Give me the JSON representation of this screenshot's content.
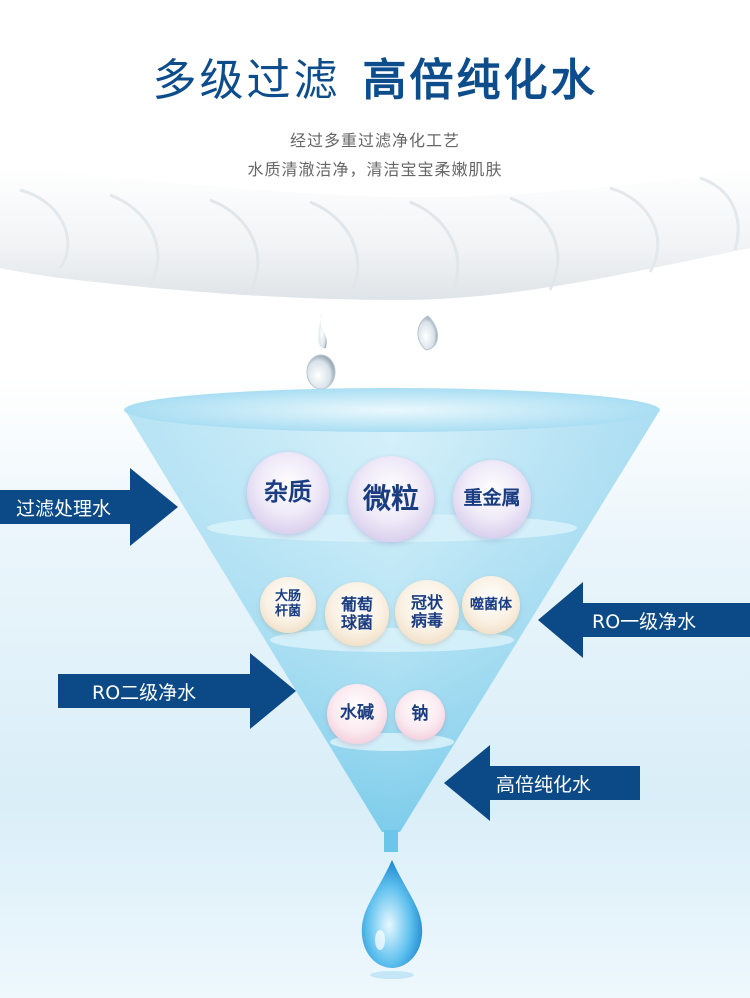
{
  "headline": {
    "part1": "多级过滤",
    "part2": "高倍纯化水"
  },
  "subtitle": {
    "line1": "经过多重过滤净化工艺",
    "line2": "水质清澈洁净，清洁宝宝柔嫩肌肤"
  },
  "funnel": {
    "tier1": [
      {
        "label": "杂质",
        "icon": "impurity-bubble"
      },
      {
        "label": "微粒",
        "icon": "particle-bubble"
      },
      {
        "label": "重金属",
        "icon": "heavy-metal-bubble"
      }
    ],
    "tier2": [
      {
        "label": "大肠\n杆菌",
        "icon": "e-coli-bubble"
      },
      {
        "label": "葡萄\n球菌",
        "icon": "staphylococcus-bubble"
      },
      {
        "label": "冠状\n病毒",
        "icon": "coronavirus-bubble"
      },
      {
        "label": "噬菌体",
        "icon": "bacteriophage-bubble"
      }
    ],
    "tier3": [
      {
        "label": "水碱",
        "icon": "scale-bubble"
      },
      {
        "label": "钠",
        "icon": "sodium-bubble"
      }
    ]
  },
  "arrows": {
    "filter": "过滤处理水",
    "ro1": "RO一级净水",
    "ro2": "RO二级净水",
    "pure": "高倍纯化水"
  },
  "colors": {
    "navy": "#0d4d8c",
    "arrow": "#0c4a87",
    "funnel_light": "#c9ecf8",
    "funnel_dark": "#6cc6e8"
  }
}
